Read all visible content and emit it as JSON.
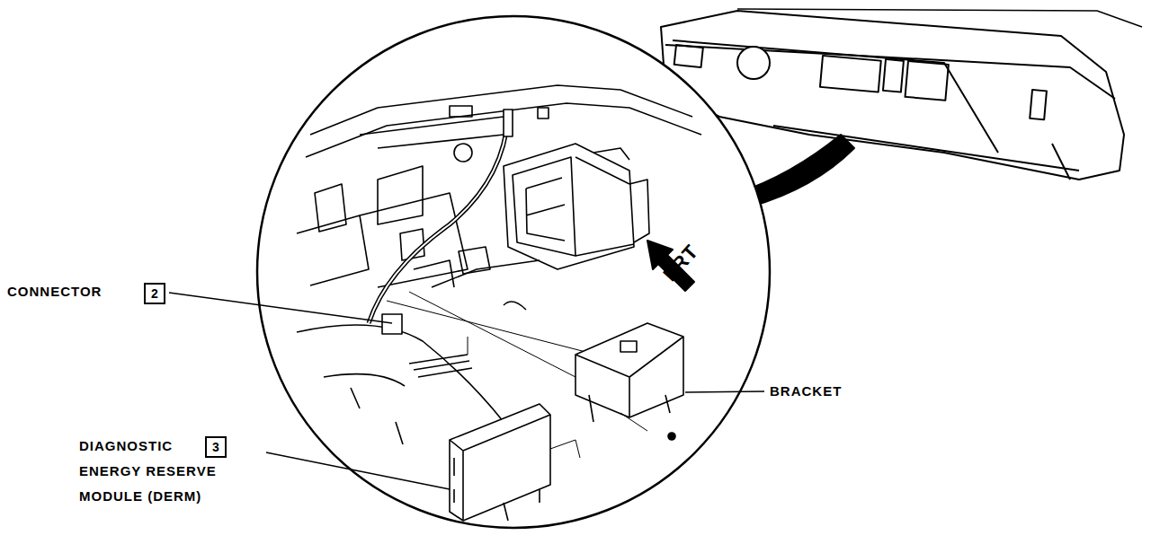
{
  "diagram": {
    "nodes": [
      {
        "text": [
          "2"
        ]
      },
      {
        "text": [
          "3"
        ]
      }
    ],
    "labels": [
      "CONNECTOR",
      "BRACKET",
      "DIAGNOSTIC ENERGY RESERVE MODULE (DERM)",
      "FRT"
    ]
  }
}
